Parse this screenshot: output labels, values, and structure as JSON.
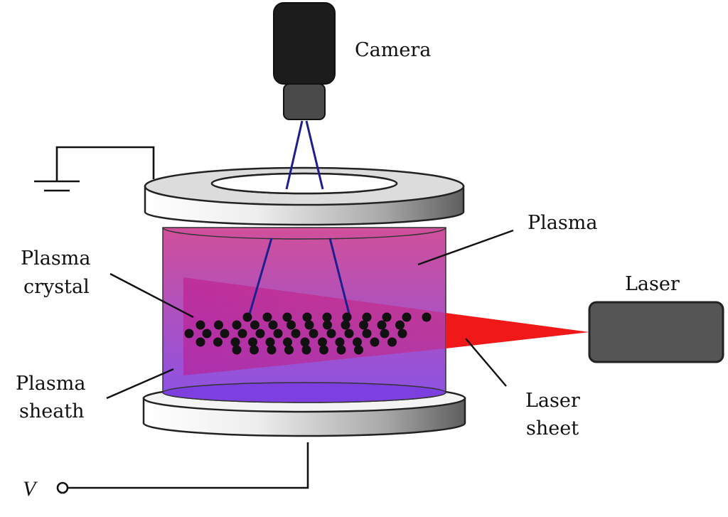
{
  "labels": {
    "camera": "Camera",
    "plasma": "Plasma",
    "plasma_crystal": [
      "Plasma",
      "crystal"
    ],
    "laser": "Laser",
    "laser_sheet": [
      "Laser",
      "sheet"
    ],
    "plasma_sheath": [
      "Plasma",
      "sheath"
    ],
    "voltage": "V"
  },
  "colors": {
    "plasma_top": "#d0509a",
    "plasma_bottom": "#8a52e6",
    "laser_beam": "#f01818",
    "electrode_light": "#f2f2f2",
    "electrode_dark": "#555555",
    "camera_body": "#1c1c1c",
    "camera_lens": "#4a4a4a",
    "laser_body": "#555555",
    "particle": "#111111",
    "camera_sightline": "#1e1f8f"
  }
}
